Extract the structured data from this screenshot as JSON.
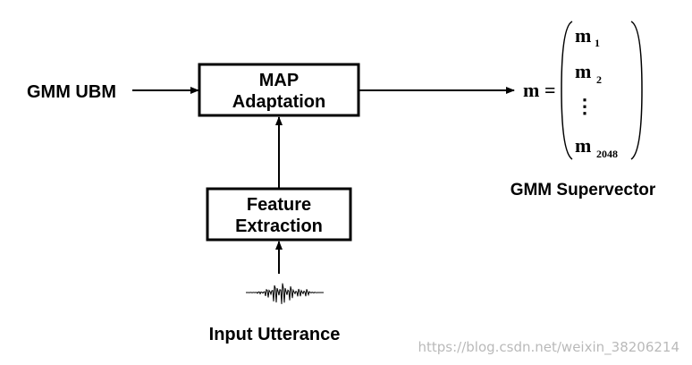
{
  "diagram": {
    "inputs": {
      "gmm_ubm": "GMM UBM",
      "input_utterance": "Input Utterance"
    },
    "boxes": {
      "map_line1": "MAP",
      "map_line2": "Adaptation",
      "feature_line1": "Feature",
      "feature_line2": "Extraction"
    },
    "supervector": {
      "lhs": "m",
      "equals": "=",
      "entries": [
        {
          "base": "m",
          "sub": "1"
        },
        {
          "base": "m",
          "sub": "2"
        },
        {
          "base": "⋮",
          "sub": ""
        },
        {
          "base": "m",
          "sub": "2048"
        }
      ],
      "caption": "GMM Supervector"
    },
    "watermark": "https://blog.csdn.net/weixin_38206214"
  }
}
